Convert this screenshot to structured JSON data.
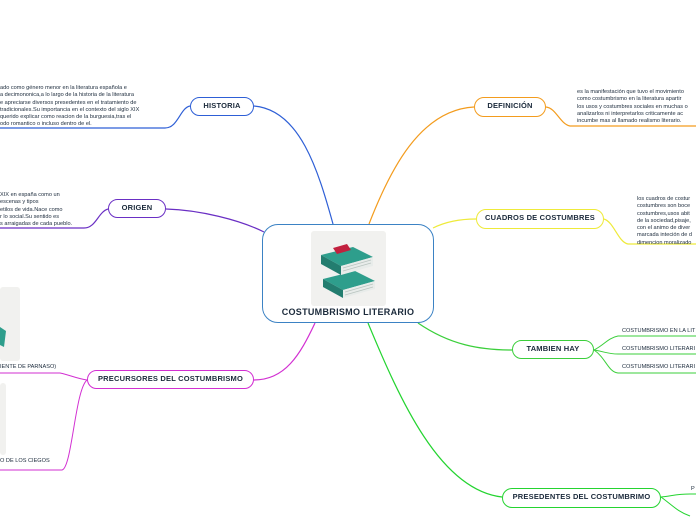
{
  "center": {
    "title": "COSTUMBRISMO LITERARIO",
    "icon": "books-icon"
  },
  "topics": {
    "historia": "HISTORIA",
    "origen": "ORIGEN",
    "precursores": "PRECURSORES DEL COSTUMBRISMO",
    "definicion": "DEFINICIÓN",
    "cuadros": "CUADROS DE COSTUMBRES",
    "tambien": "TAMBIEN HAY",
    "presedentes": "PRESEDENTES DEL COSTUMBRIMO"
  },
  "notes": {
    "historia": "ado como género menor en la literatura española e\na decimononica,a lo largo de la historia de la literatura\ne apreciarse diversos presedentes en el tratamiento de\ntradicionales.Su importancia en el contexto del siglo XIX\nquerido explicar como reacion de la burguesia,tras el\nodo romantico o incluso dentro de el.",
    "origen": "XIX en españa como un\nescenas y tipos\netilos de vida.Nace como\nr lo social.Su sentido es\ns arraigadas de cada pueblo.",
    "definicion": "es la manifestación que tuvo el movimiento\ncomo costumbrismo en la literatura apartir\nlos usos y costumbres sociales en muchas o\nanalizarlos ni interpretarlos criticamente ac\nincumbe mas al llamado realismo literario.",
    "cuadros": "los cuadros de costur\ncostumbres son boce\ncostumbres,usos abit\nde la sociedad,pisaje,\ncon el animo de diver\nmarcada inteción de d\ndimencion moralizado"
  },
  "precursores_items": [
    "IENTE DE PARNASO)",
    "O DE LOS CIEGOS"
  ],
  "tambien_items": [
    "COSTUMBRISMO EN LA LIT",
    "COSTUMBRISMO LITERARI",
    "COSTUMBRISMO LITERARI"
  ],
  "presedentes_items": [
    "P"
  ],
  "colors": {
    "historia": "#2e5fd6",
    "origen": "#6a2fc4",
    "precursores": "#d22fd2",
    "definicion": "#f39c1e",
    "cuadros": "#eeea3a",
    "tambien": "#3bcf3b",
    "presedentes": "#24d430",
    "center": "#3b82c4",
    "book_teal": "#2e9e8c",
    "book_red": "#c2203e"
  }
}
